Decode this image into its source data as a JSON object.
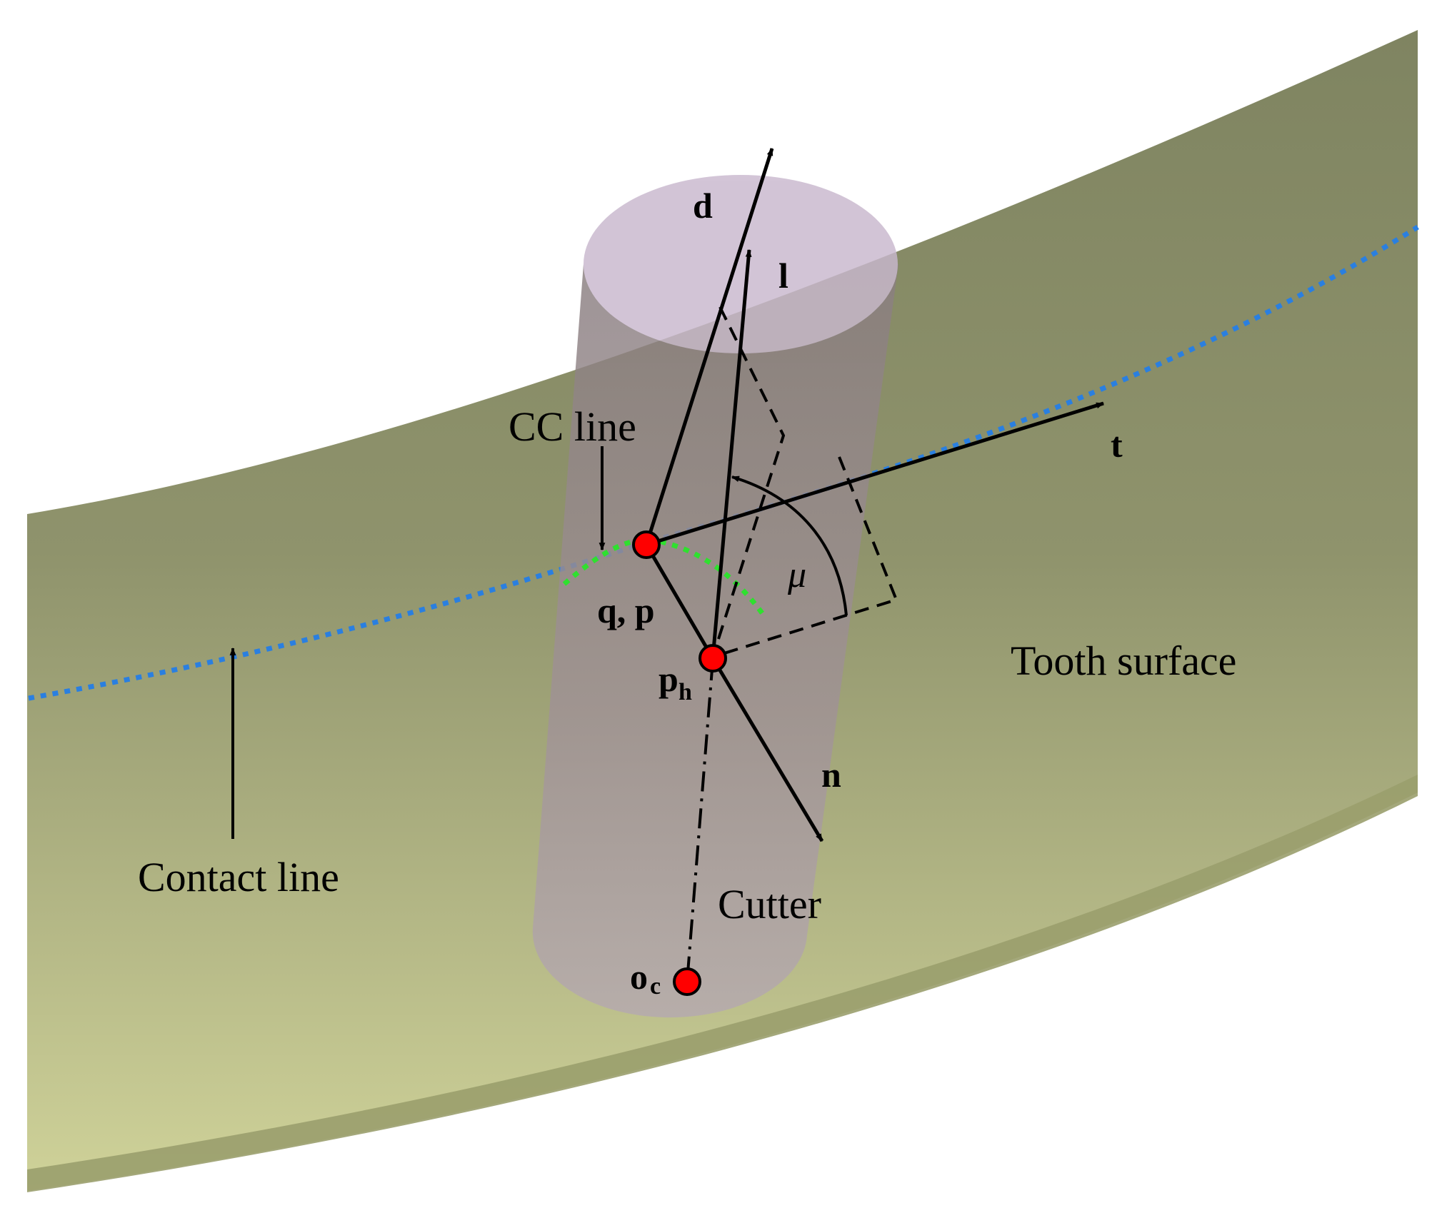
{
  "labels": {
    "cc_line": "CC line",
    "contact_line": "Contact line",
    "tooth_surface": "Tooth surface",
    "cutter": "Cutter",
    "qp": "q, p",
    "ph_base": "p",
    "ph_sub": "h",
    "oc_base": "o",
    "oc_sub": "c",
    "mu": "μ"
  },
  "vectors": {
    "d": "d",
    "l": "l",
    "t": "t",
    "n": "n"
  },
  "colors": {
    "surface_top": "#86896a",
    "surface_bottom": "#c9cc93",
    "surface_edge": "#9a9e6d",
    "cutter_body": "#9a8e98",
    "cutter_top": "#c7b5cc",
    "contact_line": "#2a7fe0",
    "cc_line": "#22dd22",
    "point_fill": "#ff0000"
  }
}
